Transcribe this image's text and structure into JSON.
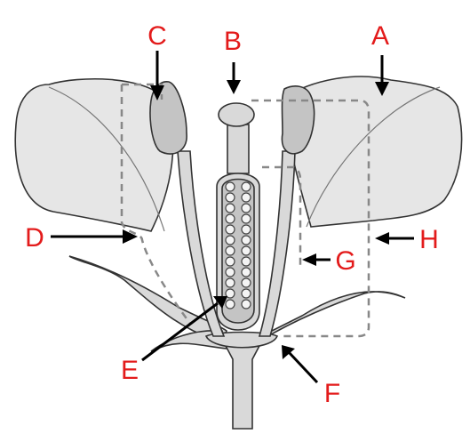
{
  "labels": {
    "A": "A",
    "B": "B",
    "C": "C",
    "D": "D",
    "E": "E",
    "F": "F",
    "G": "G",
    "H": "H"
  },
  "colors": {
    "label": "#e31b1b",
    "arrow": "#000000",
    "fill_light": "#e6e6e6",
    "fill_mid": "#d9d9d9",
    "dashed_box": "#888888"
  }
}
